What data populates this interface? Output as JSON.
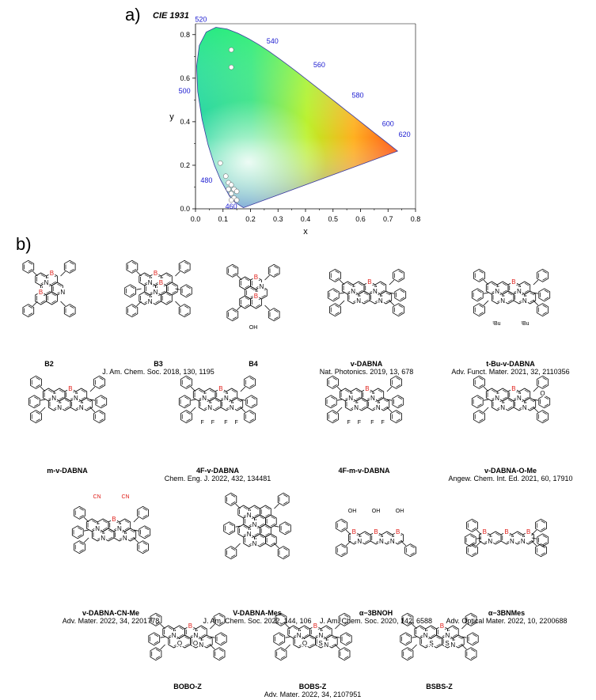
{
  "figure": {
    "panel_a_label": "a)",
    "panel_b_label": "b)",
    "cie_title": "CIE 1931"
  },
  "chart_data": {
    "type": "scatter",
    "title": "CIE 1931",
    "xlabel": "x",
    "ylabel": "y",
    "xlim": [
      0.0,
      0.8
    ],
    "ylim": [
      0.0,
      0.85
    ],
    "x_ticks": [
      "0.0",
      "0.1",
      "0.2",
      "0.3",
      "0.4",
      "0.5",
      "0.6",
      "0.7",
      "0.8"
    ],
    "y_ticks": [
      "0.0",
      "0.2",
      "0.4",
      "0.6",
      "0.8"
    ],
    "wavelength_labels": [
      "460",
      "480",
      "500",
      "520",
      "540",
      "560",
      "580",
      "600",
      "620"
    ],
    "points": [
      {
        "x": 0.13,
        "y": 0.73
      },
      {
        "x": 0.13,
        "y": 0.65
      },
      {
        "x": 0.09,
        "y": 0.21
      },
      {
        "x": 0.11,
        "y": 0.15
      },
      {
        "x": 0.12,
        "y": 0.12
      },
      {
        "x": 0.13,
        "y": 0.11
      },
      {
        "x": 0.12,
        "y": 0.09
      },
      {
        "x": 0.14,
        "y": 0.09
      },
      {
        "x": 0.13,
        "y": 0.07
      },
      {
        "x": 0.15,
        "y": 0.08
      },
      {
        "x": 0.14,
        "y": 0.05
      },
      {
        "x": 0.15,
        "y": 0.04
      },
      {
        "x": 0.13,
        "y": 0.04
      }
    ],
    "grid": false,
    "point_color": "#ffffff"
  },
  "compounds": [
    {
      "name": "B2",
      "ref": ""
    },
    {
      "name": "B3",
      "ref": "J. Am. Chem. Soc. 2018, 130, 1195"
    },
    {
      "name": "B4",
      "ref": ""
    },
    {
      "name": "v-DABNA",
      "ref": "Nat. Photonics. 2019, 13, 678"
    },
    {
      "name": "t-Bu-v-DABNA",
      "ref": "Adv. Funct. Mater. 2021, 32, 2110356"
    },
    {
      "name": "m-v-DABNA",
      "ref": ""
    },
    {
      "name": "4F-v-DABNA",
      "ref": "Chem. Eng. J. 2022, 432, 134481"
    },
    {
      "name": "4F-m-v-DABNA",
      "ref": ""
    },
    {
      "name": "v-DABNA-O-Me",
      "ref": "Angew. Chem. Int. Ed. 2021, 60, 17910"
    },
    {
      "name": "v-DABNA-CN-Me",
      "ref": "Adv. Mater. 2022, 34, 2201778"
    },
    {
      "name": "V-DABNA-Mes",
      "ref": "J. Am. Chem. Soc. 2022, 144, 106"
    },
    {
      "name": "α−3BNOH",
      "ref": "J. Am. Chem. Soc. 2020, 142, 6588"
    },
    {
      "name": "α−3BNMes",
      "ref": "Adv. Optical Mater. 2022, 10, 2200688"
    },
    {
      "name": "BOBO-Z",
      "ref": ""
    },
    {
      "name": "BOBS-Z",
      "ref": "Adv. Mater. 2022, 34, 2107951"
    },
    {
      "name": "BSBS-Z",
      "ref": ""
    }
  ],
  "atom_labels": {
    "boron": "B",
    "nitrogen": "N",
    "oxygen": "O",
    "sulfur": "S",
    "fluorine": "F",
    "hydroxyl": "OH",
    "cyano": "CN",
    "tbu": "ᵗBu"
  },
  "colors": {
    "boron": "#e0201b",
    "wavelength_label": "#1a1ad0",
    "axis": "#000000"
  }
}
